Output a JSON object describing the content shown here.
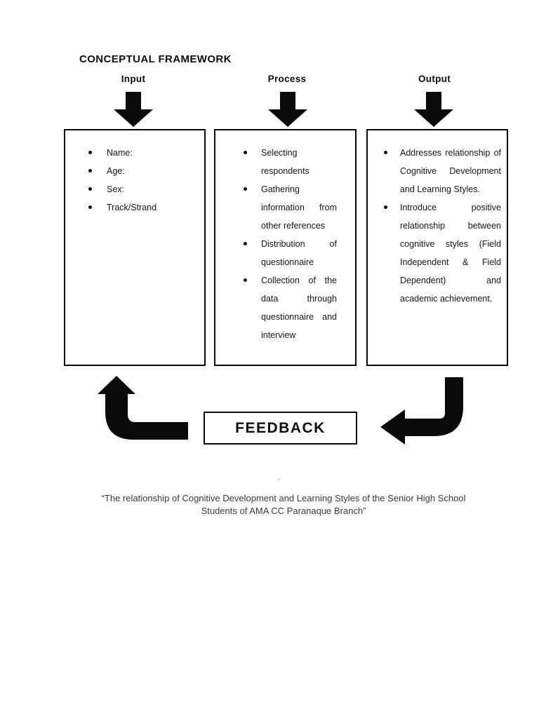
{
  "title": "CONCEPTUAL FRAMEWORK",
  "columns": [
    {
      "header": "Input",
      "items": [
        "Name:",
        "Age:",
        "Sex:",
        "Track/Strand"
      ]
    },
    {
      "header": "Process",
      "items": [
        "Selecting respondents",
        "Gathering information from other references",
        "Distribution of questionnaire",
        "Collection of the data through questionnaire and interview"
      ]
    },
    {
      "header": "Output",
      "items": [
        "Addresses relationship of Cognitive Development and Learning Styles.",
        "Introduce positive relationship between cognitive styles (Field Independent & Field Dependent) and academic achievement."
      ]
    }
  ],
  "feedback": {
    "label": "FEEDBACK"
  },
  "caption": {
    "mark": "“",
    "line1": "“The relationship of Cognitive Development and Learning Styles of the Senior High School",
    "line2": "Students of AMA CC Paranaque Branch”"
  },
  "icons": {
    "down_arrow": "down-block-arrow",
    "left_return": "curved-arrow-up-left",
    "right_return": "curved-arrow-down-left"
  },
  "colors": {
    "ink": "#0a0a0a",
    "caption_text": "#3a3a3a"
  }
}
